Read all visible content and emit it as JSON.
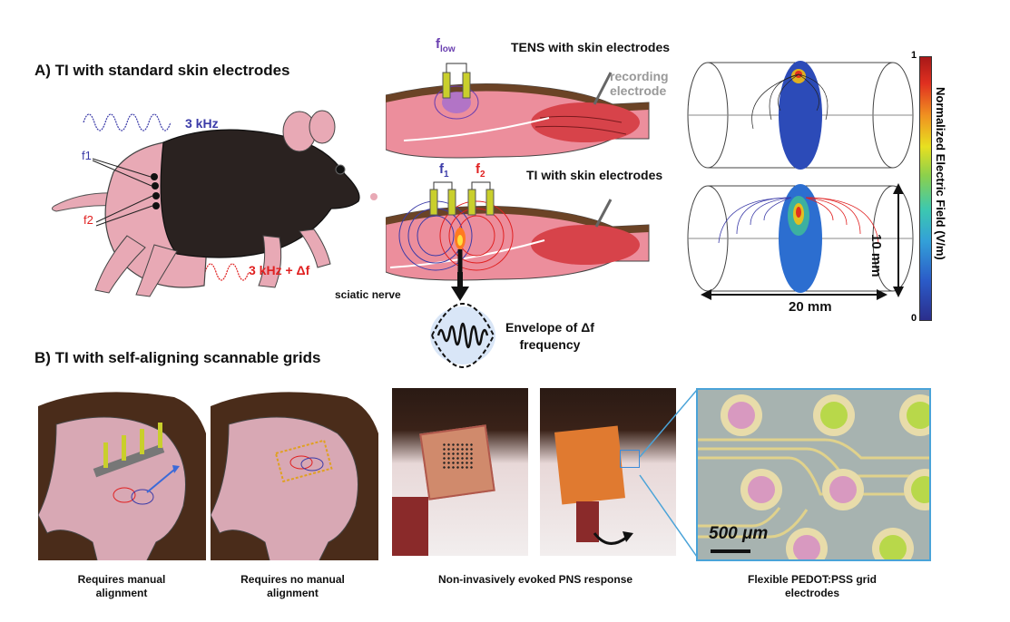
{
  "panel_a": {
    "title": "A) TI with standard skin electrodes",
    "freq1": "3 kHz",
    "freq2": "3 kHz + Δf",
    "label_f1": "f1",
    "label_f2": "f2",
    "tens_title": "TENS with skin electrodes",
    "flow_main": "f",
    "flow_sub": "low",
    "recording_electrode": "recording\nelectrode",
    "ti_title": "TI with skin electrodes",
    "f1_main": "f",
    "f1_sub": "1",
    "f2_main": "f",
    "f2_sub": "2",
    "sciatic": "sciatic nerve",
    "envelope": "Envelope of Δf\nfrequency",
    "dim_10": "10 mm",
    "dim_20": "20 mm",
    "colorbar_label": "Normalized Electric Field (V/m)",
    "colorbar_max": "1",
    "colorbar_min": "0"
  },
  "panel_b": {
    "title": "B) TI with self-aligning scannable grids",
    "cap1": "Requires manual\nalignment",
    "cap2": "Requires no manual\nalignment",
    "cap3": "Non-invasively evoked PNS response",
    "cap4": "Flexible PEDOT:PSS grid\nelectrodes",
    "scale": "500 μm"
  },
  "colors": {
    "blue": "#3b3ba8",
    "red": "#e02020",
    "mouse_body": "#2a2220",
    "mouse_pink": "#e8a9b5",
    "tissue": "#ec8e9c",
    "muscle": "#d7434a",
    "inset_border": "#4aa3d8"
  }
}
